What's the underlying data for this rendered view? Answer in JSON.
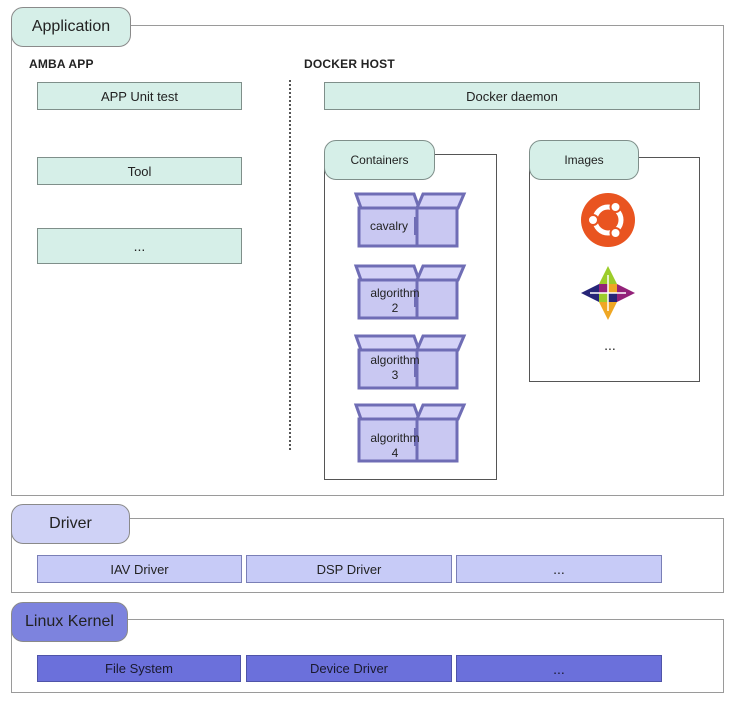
{
  "application": {
    "title": "Application",
    "amba_app": {
      "heading": "AMBA APP",
      "items": [
        "APP Unit test",
        "Tool",
        "..."
      ]
    },
    "docker_host": {
      "heading": "DOCKER HOST",
      "daemon": "Docker daemon",
      "containers": {
        "title": "Containers",
        "items": [
          {
            "line1": "cavalry",
            "line2": ""
          },
          {
            "line1": "algorithm",
            "line2": "2"
          },
          {
            "line1": "algorithm",
            "line2": "3"
          },
          {
            "line1": "algorithm",
            "line2": "4"
          }
        ]
      },
      "images": {
        "title": "Images",
        "icons": [
          "ubuntu-logo-icon",
          "centos-logo-icon"
        ],
        "more": "..."
      }
    }
  },
  "driver": {
    "title": "Driver",
    "items": [
      "IAV Driver",
      "DSP Driver",
      "..."
    ]
  },
  "kernel": {
    "title": "Linux Kernel",
    "items": [
      "File System",
      "Device Driver",
      "..."
    ]
  },
  "colors": {
    "application_green": "#d6efe8",
    "driver_lavender": "#c7cbf7",
    "kernel_blue": "#6b70db",
    "container_box": "#c9c8f2",
    "ubuntu_orange": "#e95420"
  }
}
